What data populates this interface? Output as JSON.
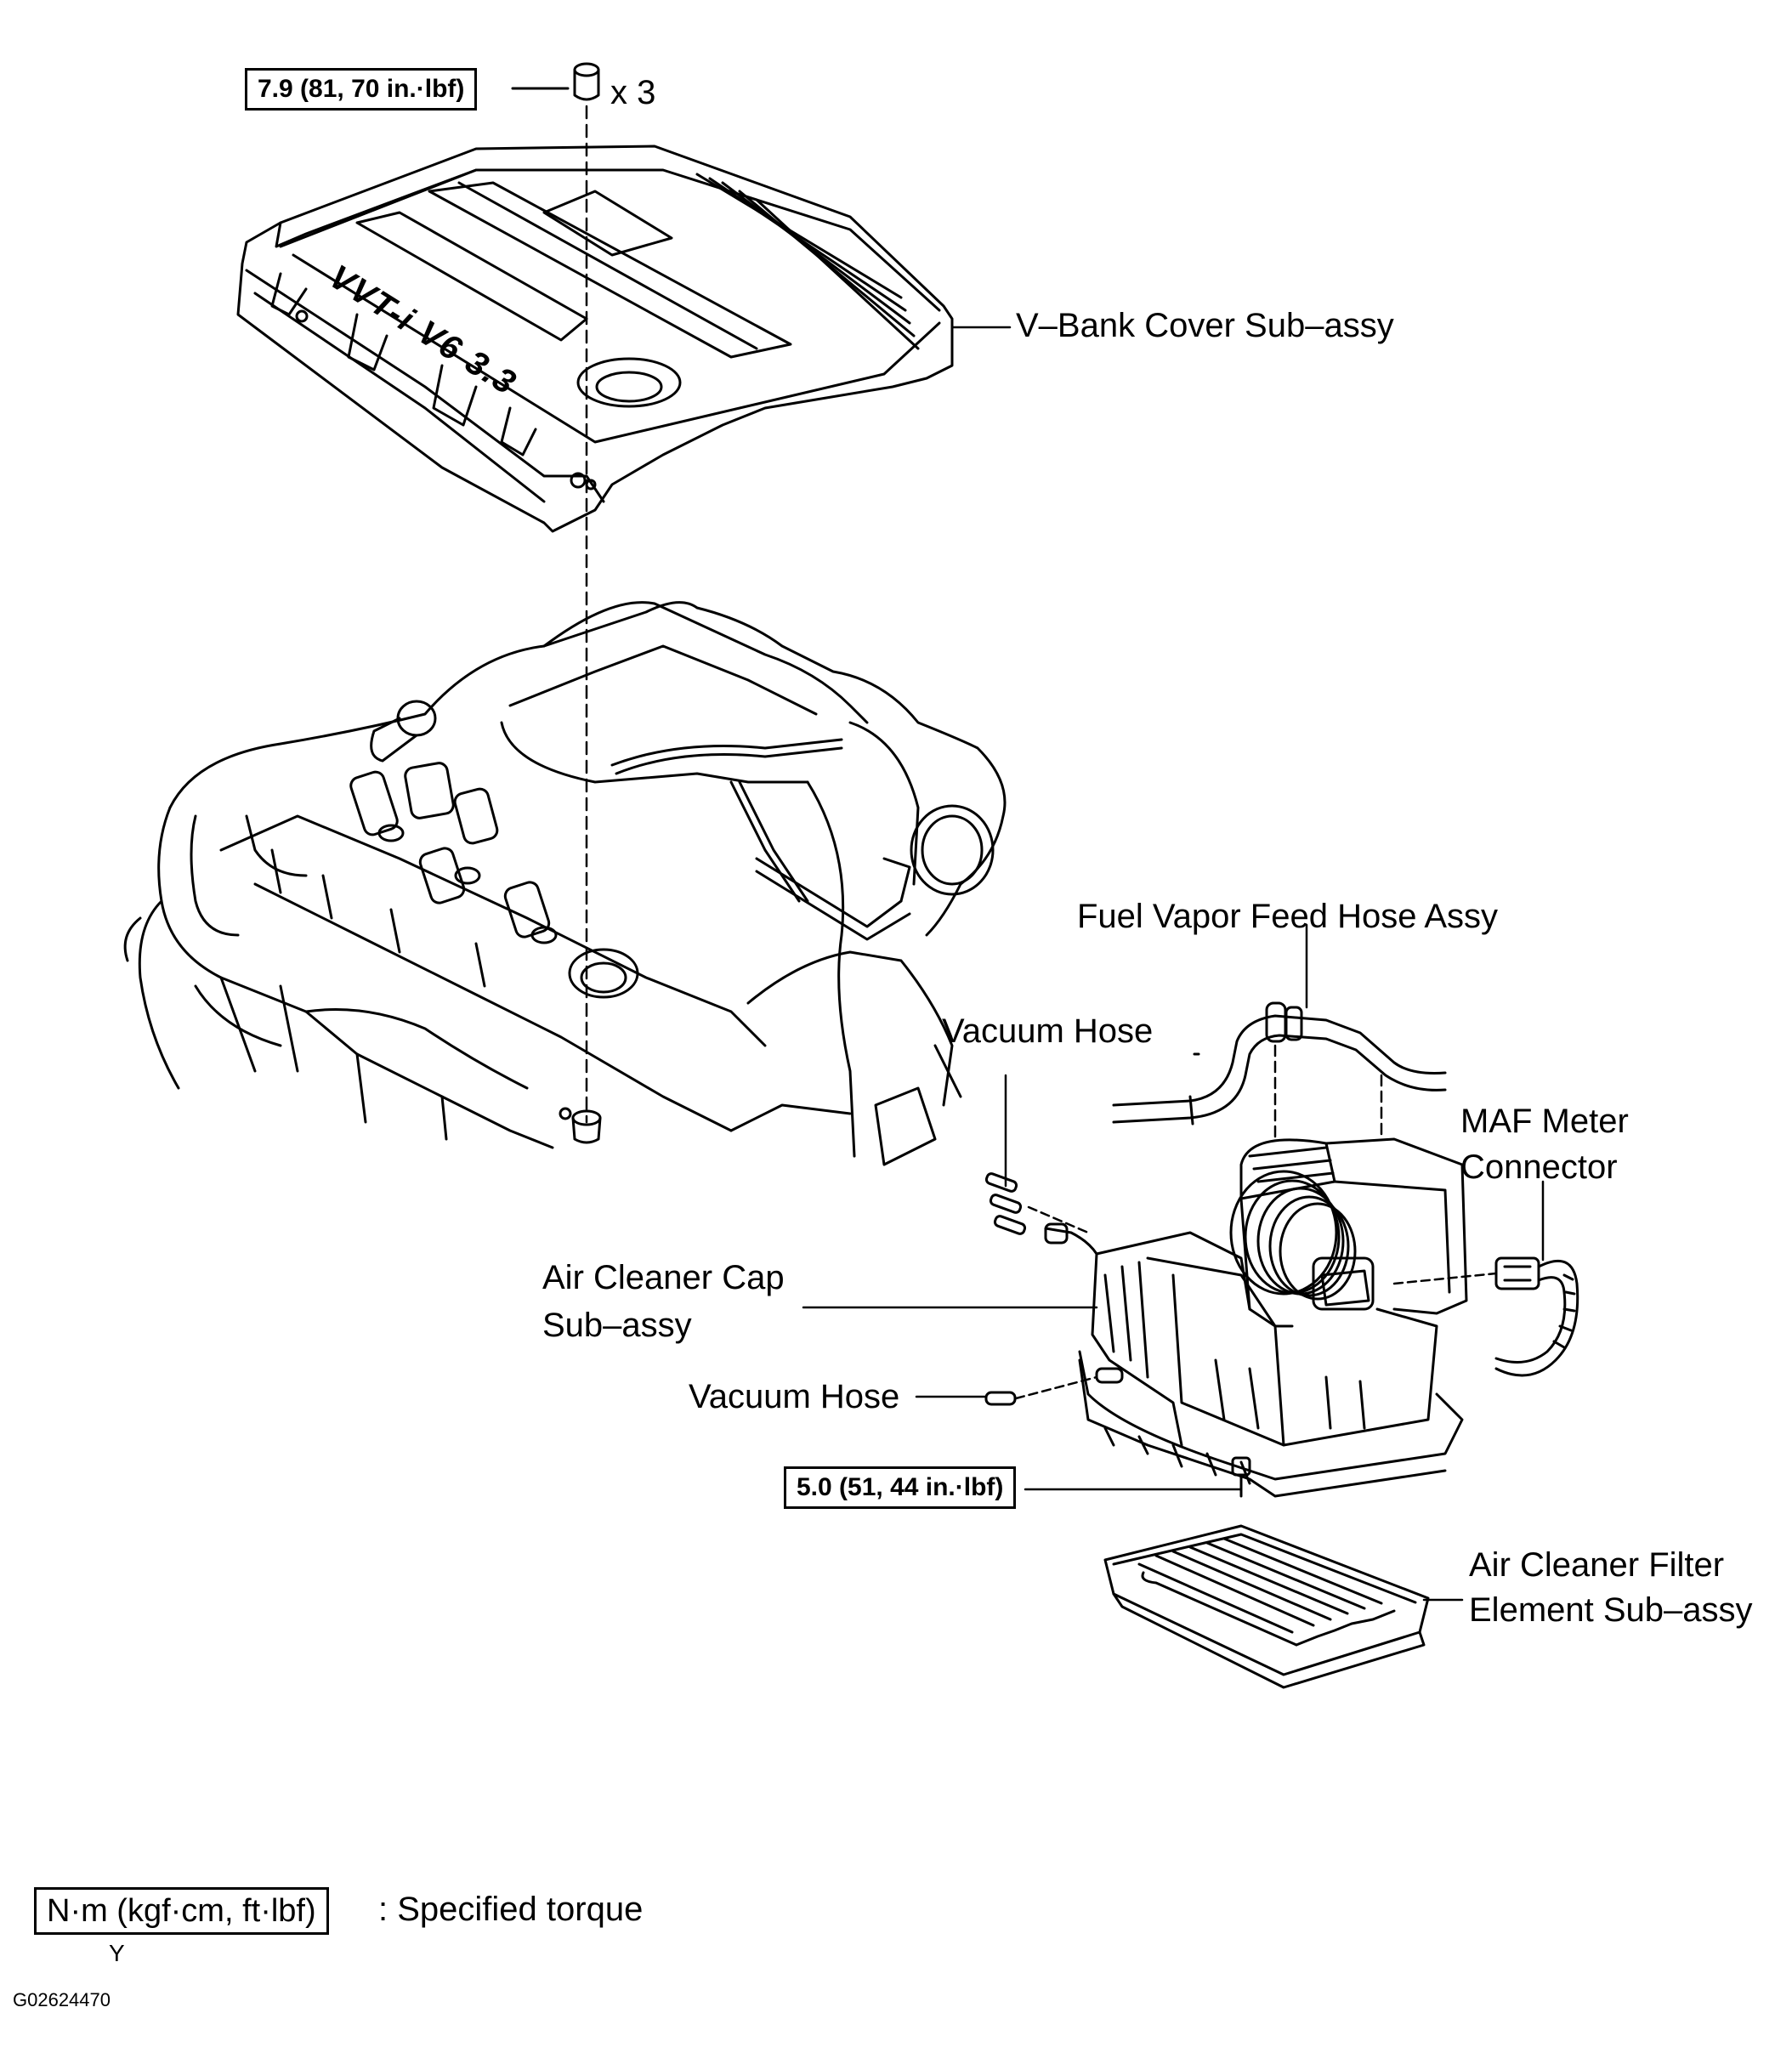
{
  "torque_callouts": {
    "top": "7.9 (81, 70 in.·lbf)",
    "bottom": "5.0 (51, 44 in.·lbf)"
  },
  "quantity": "x 3",
  "engine_logo": "VVT-i V6 3.3",
  "labels": {
    "v_bank_cover": "V–Bank Cover Sub–assy",
    "fuel_vapor_hose": "Fuel Vapor Feed Hose Assy",
    "vacuum_hose_top": "Vacuum Hose",
    "maf_meter_line1": "MAF Meter",
    "maf_meter_line2": "Connector",
    "air_cleaner_cap_line1": "Air Cleaner Cap",
    "air_cleaner_cap_line2": "Sub–assy",
    "vacuum_hose_bottom": "Vacuum Hose",
    "filter_line1": "Air Cleaner Filter",
    "filter_line2": "Element Sub–assy"
  },
  "legend": {
    "unit": "N·m (kgf·cm, ft·lbf)",
    "description": ": Specified torque",
    "marker": "Y"
  },
  "figure_code": "G02624470"
}
